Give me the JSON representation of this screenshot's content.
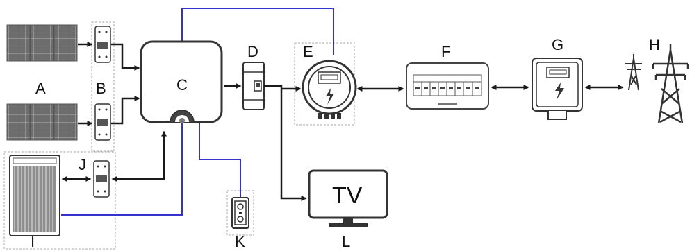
{
  "labels": {
    "a": "A",
    "b": "B",
    "c": "C",
    "d": "D",
    "e": "E",
    "f": "F",
    "g": "G",
    "h": "H",
    "i": "I",
    "j": "J",
    "k": "K",
    "l": "L"
  },
  "tv": {
    "text": "TV"
  },
  "colors": {
    "line": "#1a1a1a",
    "wire_blue": "#3333cc",
    "panel": "#6d6d6d",
    "dash": "#aaaaaa"
  },
  "icons": [
    "solar-panel-icon",
    "breaker-icon",
    "inverter-icon",
    "meter-icon",
    "distribution-board-icon",
    "transmission-tower-icon",
    "battery-icon",
    "outlet-icon",
    "tv-icon"
  ]
}
